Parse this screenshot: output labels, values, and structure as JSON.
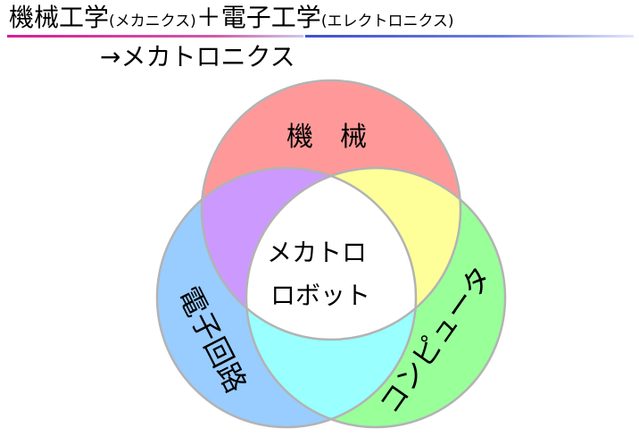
{
  "title": {
    "mechanical_engineering": "機械工学",
    "mechanics_paren": "(メカニクス)",
    "plus": "＋",
    "electronic_engineering": "電子工学",
    "electronics_paren": "(エレクトロニクス)"
  },
  "subtitle": "→メカトロニクス",
  "venn": {
    "top_circle": {
      "label": "機　械",
      "color": "#ff9999"
    },
    "left_circle": {
      "label": "電子回路",
      "color": "#99ccff"
    },
    "right_circle": {
      "label": "コンピュータ",
      "color": "#99ff99"
    },
    "overlap_top_left_color": "#cc99ff",
    "overlap_top_right_color": "#ffff99",
    "overlap_bottom_color": "#99ffff",
    "center": {
      "line1": "メカトロ",
      "line2": "ロボット",
      "color": "#ffffff"
    },
    "outline_color": "#b3b3b3"
  }
}
